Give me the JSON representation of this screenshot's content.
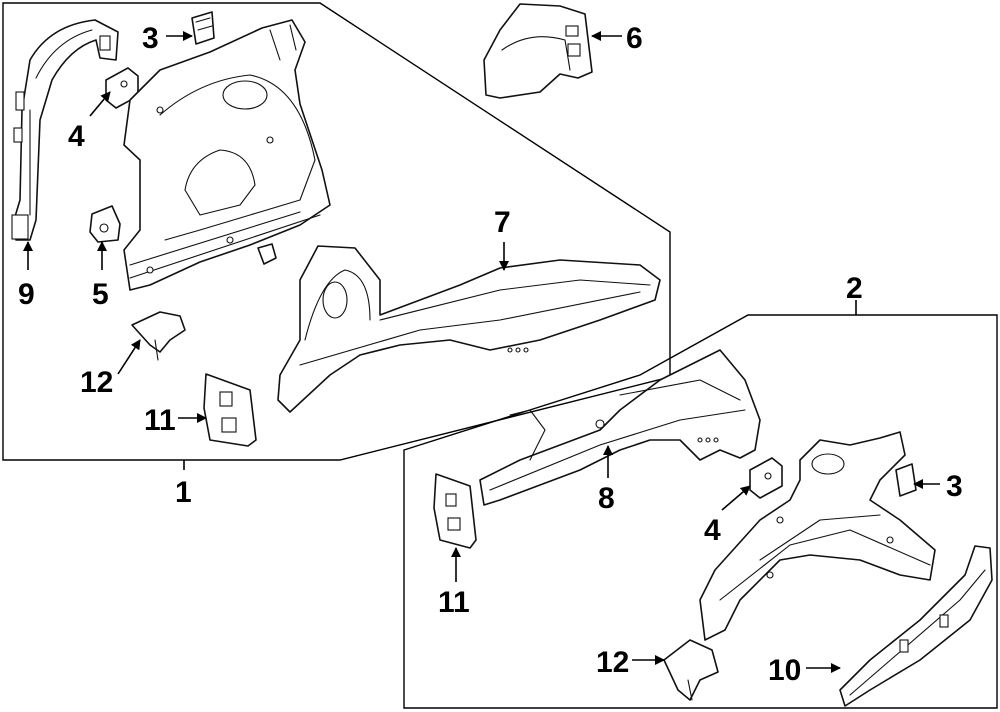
{
  "callouts": {
    "c1": "1",
    "c2": "2",
    "c3a": "3",
    "c3b": "3",
    "c4a": "4",
    "c4b": "4",
    "c5": "5",
    "c6": "6",
    "c7": "7",
    "c8": "8",
    "c9": "9",
    "c10": "10",
    "c11a": "11",
    "c11b": "11",
    "c12a": "12",
    "c12b": "12"
  },
  "colors": {
    "line": "#111111",
    "background": "#ffffff"
  }
}
